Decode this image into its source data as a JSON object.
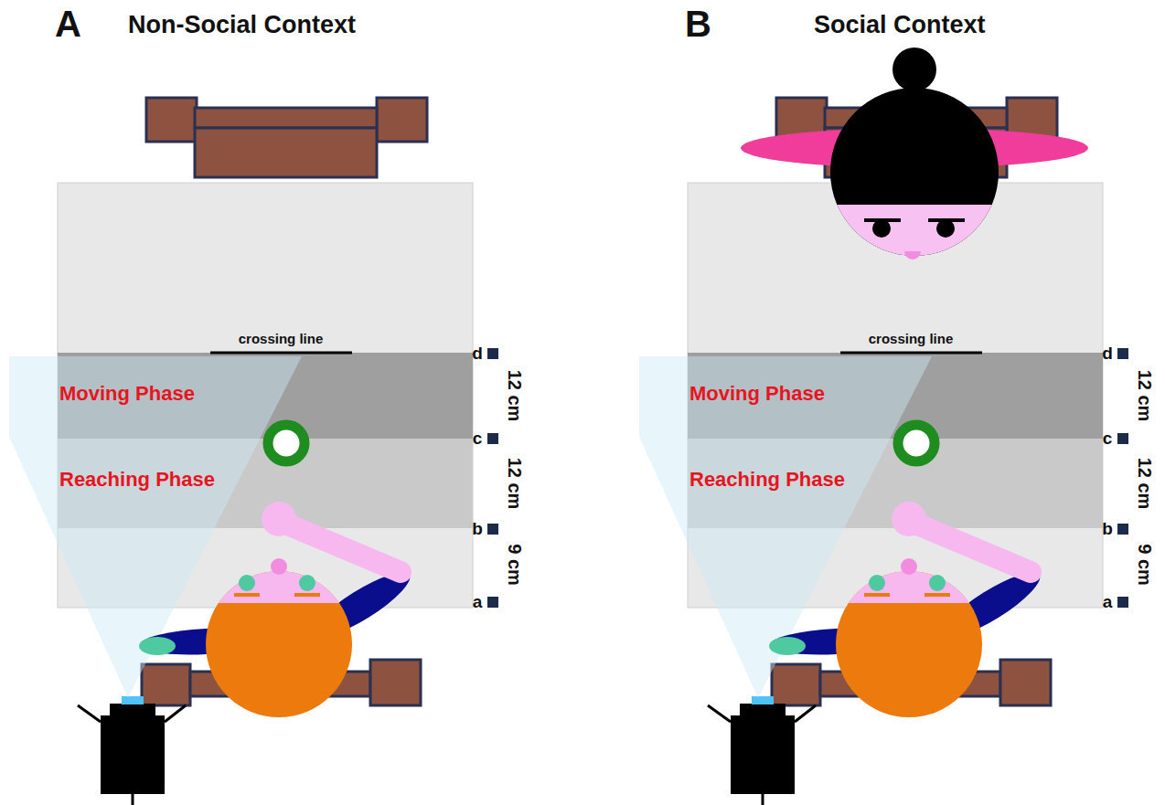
{
  "diagram": {
    "nodes": [
      {
        "text": [
          "Moving Phase"
        ]
      },
      {
        "text": [
          "Reaching Phase"
        ]
      },
      {
        "text": [
          "Moving Phase"
        ]
      },
      {
        "text": [
          "Reaching Phase"
        ]
      }
    ],
    "labels": [
      "A",
      "Non-Social Context",
      "crossing line",
      "d",
      "c",
      "b",
      "a",
      "12 cm",
      "12 cm",
      "9 cm",
      "B",
      "Social Context",
      "crossing line",
      "d",
      "c",
      "b",
      "a",
      "12 cm",
      "12 cm",
      "9 cm"
    ]
  }
}
